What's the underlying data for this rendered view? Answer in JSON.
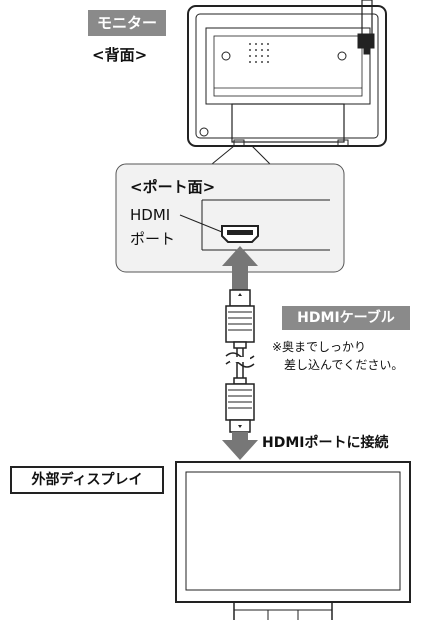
{
  "monitor": {
    "label": "モニター",
    "view": "<背面>"
  },
  "port_panel": {
    "title": "<ポート面>",
    "port_line1": "HDMI",
    "port_line2": "ポート"
  },
  "cable": {
    "label": "HDMIケーブル",
    "note_line1": "※奥までしっかり",
    "note_line2": "差し込んでください。"
  },
  "connect_label": "HDMIポートに接続",
  "display": {
    "label": "外部ディスプレイ"
  },
  "colors": {
    "tag_bg": "#8a8a8a",
    "arrow": "#777777",
    "line": "#222222",
    "panel_bg": "#f2f2f2"
  }
}
